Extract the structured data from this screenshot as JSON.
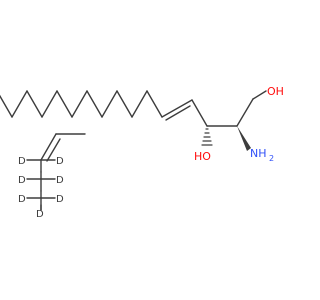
{
  "molecule": {
    "atom_labels": {
      "oh1": "OH",
      "nh2": "NH",
      "nh2_sub": "2",
      "ho3": "HO",
      "d1": "D",
      "d2": "D",
      "d3": "D",
      "d4": "D",
      "d5": "D",
      "d6": "D",
      "d7": "D"
    },
    "colors": {
      "bond": "#3d3d3d",
      "oxygen": "#ff0d0d",
      "nitrogen": "#3050f8",
      "deuterium": "#3d3d3d"
    },
    "stereo_bonds": [
      "wedge C2-N",
      "hash C3-O"
    ],
    "double_bonds": [
      "C4=C5 (E)",
      "C14=C15 (Z)"
    ]
  }
}
